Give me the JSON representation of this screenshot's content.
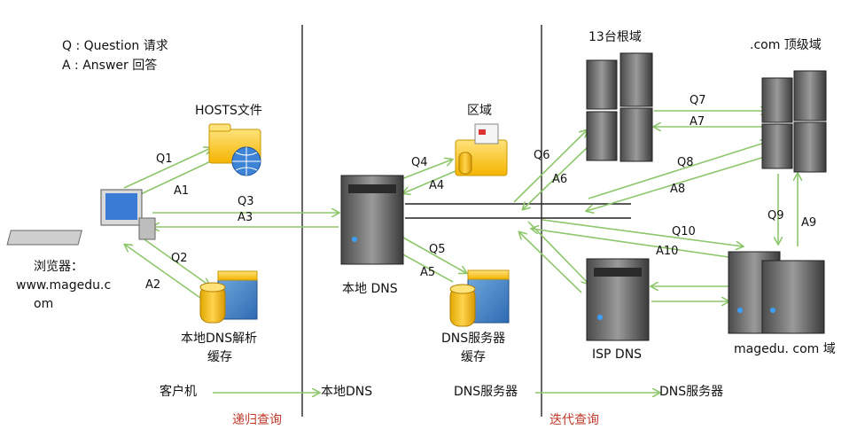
{
  "legend": {
    "q": "Q : Question 请求",
    "a": "A : Answer 回答"
  },
  "nodes": {
    "hosts": "HOSTS文件",
    "zone": "区域",
    "root": "13台根域",
    "tld": ".com 顶级域",
    "browser_line1": "浏览器：",
    "browser_line2": "www.magedu.c",
    "browser_line3": "om",
    "local_cache_line1": "本地DNS解析",
    "local_cache_line2": "缓存",
    "local_dns": "本地 DNS",
    "dns_cache_line1": "DNS服务器",
    "dns_cache_line2": "缓存",
    "isp_dns": "ISP DNS",
    "magedu": "magedu. com 域"
  },
  "arrows": {
    "q1": "Q1",
    "a1": "A1",
    "q2": "Q2",
    "a2": "A2",
    "q3": "Q3",
    "a3": "A3",
    "q4": "Q4",
    "a4": "A4",
    "q5": "Q5",
    "a5": "A5",
    "q6": "Q6",
    "a6": "A6",
    "q7": "Q7",
    "a7": "A7",
    "q8": "Q8",
    "a8": "A8",
    "q9": "Q9",
    "a9": "A9",
    "q10": "Q10",
    "a10": "A10"
  },
  "bottom_legend": {
    "client": "客户机",
    "local_dns": "本地DNS",
    "dns_server_left": "DNS服务器",
    "dns_server_right": "DNS服务器",
    "recursive": "递归查询",
    "iterative": "迭代查询"
  },
  "colors": {
    "arrow": "#8dc66b",
    "line": "#333333",
    "label_red": "#c0392b"
  }
}
